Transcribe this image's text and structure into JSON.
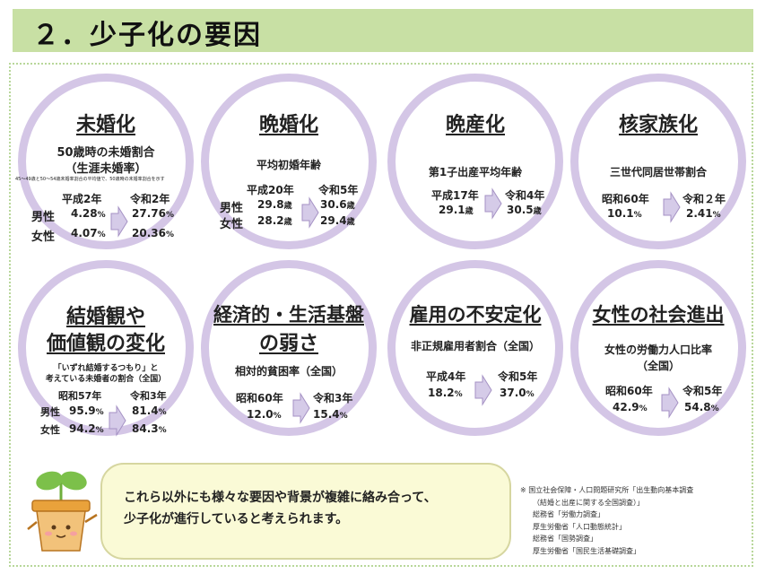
{
  "title": "２．少子化の要因",
  "cards": [
    {
      "title": "未婚化",
      "subtitle": [
        "50歳時の未婚割合",
        "（生涯未婚率）"
      ],
      "fine": "45～49歳と50～54歳未婚率割合の平均値で、50歳時の未婚率割合を示す",
      "from_label": "平成2年",
      "to_label": "令和2年",
      "rows": [
        {
          "label": "男性",
          "from": "4.28",
          "to": "27.76"
        },
        {
          "label": "女性",
          "from": "4.07",
          "to": "20.36"
        }
      ],
      "unit": "%"
    },
    {
      "title": "晩婚化",
      "subtitle": [
        "平均初婚年齢"
      ],
      "from_label": "平成20年",
      "to_label": "令和5年",
      "rows": [
        {
          "label": "男性",
          "from": "29.8",
          "to": "30.6"
        },
        {
          "label": "女性",
          "from": "28.2",
          "to": "29.4"
        }
      ],
      "unit": "歳"
    },
    {
      "title": "晩産化",
      "subtitle": [
        "第1子出産平均年齢"
      ],
      "from_label": "平成17年",
      "to_label": "令和4年",
      "rows": [
        {
          "label": "",
          "from": "29.1",
          "to": "30.5"
        }
      ],
      "unit": "歳"
    },
    {
      "title": "核家族化",
      "subtitle": [
        "三世代同居世帯割合"
      ],
      "from_label": "昭和60年",
      "to_label": "令和２年",
      "rows": [
        {
          "label": "",
          "from": "10.1",
          "to": "2.41"
        }
      ],
      "unit": "%"
    },
    {
      "title": [
        "結婚観や",
        "価値観の変化"
      ],
      "subtitle": [
        "「いずれ結婚するつもり」と",
        "考えている未婚者の割合（全国）"
      ],
      "from_label": "昭和57年",
      "to_label": "令和3年",
      "rows": [
        {
          "label": "男性",
          "from": "95.9",
          "to": "81.4"
        },
        {
          "label": "女性",
          "from": "94.2",
          "to": "84.3"
        }
      ],
      "unit": "%"
    },
    {
      "title": [
        "経済的・生活基盤",
        "の弱さ"
      ],
      "subtitle": [
        "相対的貧困率（全国）"
      ],
      "from_label": "昭和60年",
      "to_label": "令和3年",
      "rows": [
        {
          "label": "",
          "from": "12.0",
          "to": "15.4"
        }
      ],
      "unit": "%"
    },
    {
      "title": "雇用の不安定化",
      "subtitle": [
        "非正規雇用者割合（全国）"
      ],
      "from_label": "平成4年",
      "to_label": "令和5年",
      "rows": [
        {
          "label": "",
          "from": "18.2",
          "to": "37.0"
        }
      ],
      "unit": "%"
    },
    {
      "title": "女性の社会進出",
      "subtitle": [
        "女性の労働力人口比率",
        "（全国）"
      ],
      "from_label": "昭和60年",
      "to_label": "令和5年",
      "rows": [
        {
          "label": "",
          "from": "42.9",
          "to": "54.8"
        }
      ],
      "unit": "%"
    }
  ],
  "bubble": [
    "これら以外にも様々な要因や背景が複雑に絡み合って、",
    "少子化が進行していると考えられます。"
  ],
  "notes": [
    "※ 国立社会保障・人口問題研究所「出生動向基本調査",
    "（結婚と出産に関する全国調査）」",
    "総務省「労働力調査」",
    "厚生労働省「人口動態統計」",
    "総務省「国勢調査」",
    "厚生労働省「国民生活基礎調査」"
  ],
  "colors": {
    "title_bar": "#c8e0a4",
    "circle_ring": "#d4c6e6",
    "arrow_fill": "#d5cbe8",
    "bubble": "#fafad6"
  },
  "icons": [
    "right-arrow-icon",
    "seedling-pot-icon"
  ]
}
